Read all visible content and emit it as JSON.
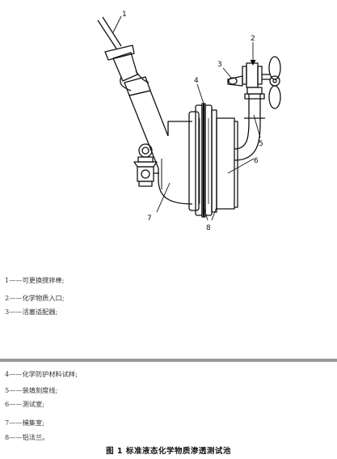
{
  "callouts": [
    "1",
    "2",
    "3",
    "4",
    "5",
    "6",
    "7",
    "8"
  ],
  "legend_top": [
    "1——可更换搅拌棒;",
    "2——化学物质入口;",
    "3——活塞适配器;"
  ],
  "legend_bottom": [
    "4——化学防护材料试样;",
    "5——装填刻度线;",
    "6——测试室;",
    "7——捕集室;",
    "8——铝法兰。"
  ],
  "caption": "图 1   标准液态化学物质渗透测试池"
}
